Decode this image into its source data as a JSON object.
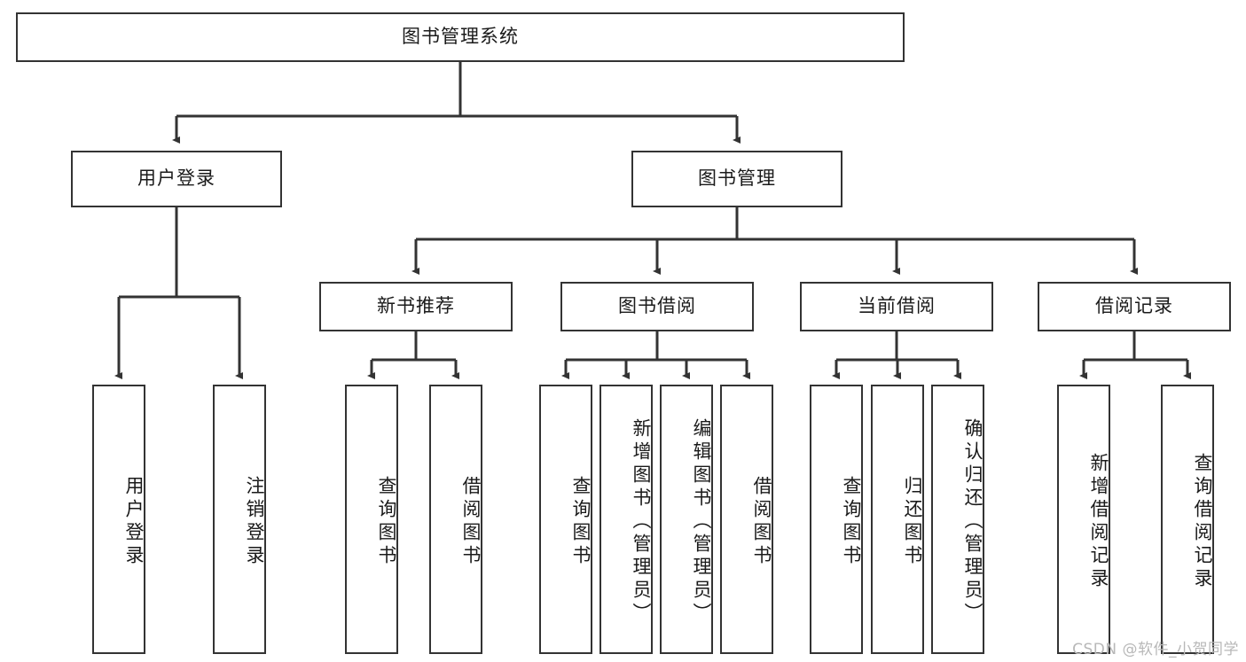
{
  "diagram": {
    "title": "图书管理系统",
    "type": "hierarchy-tree",
    "watermark": "CSDN @软件_小贺同学",
    "colors": {
      "stroke": "#333333",
      "fill": "#ffffff",
      "text": "#1a1a1a",
      "watermark": "#b8b8b8"
    },
    "root": {
      "label": "图书管理系统"
    },
    "level2": [
      {
        "label": "用户登录"
      },
      {
        "label": "图书管理"
      }
    ],
    "level3": [
      {
        "label": "新书推荐"
      },
      {
        "label": "图书借阅"
      },
      {
        "label": "当前借阅"
      },
      {
        "label": "借阅记录"
      }
    ],
    "leaves": {
      "user_login": [
        {
          "label": "用户登录"
        },
        {
          "label": "注销登录"
        }
      ],
      "new_book": [
        {
          "label": "查询图书"
        },
        {
          "label": "借阅图书"
        }
      ],
      "book_borrow": [
        {
          "label": "查询图书"
        },
        {
          "label": "新增图书（管理员）"
        },
        {
          "label": "编辑图书（管理员）"
        },
        {
          "label": "借阅图书"
        }
      ],
      "current_borrow": [
        {
          "label": "查询图书"
        },
        {
          "label": "归还图书"
        },
        {
          "label": "确认归还（管理员）"
        }
      ],
      "borrow_record": [
        {
          "label": "新增借阅记录"
        },
        {
          "label": "查询借阅记录"
        }
      ]
    }
  }
}
